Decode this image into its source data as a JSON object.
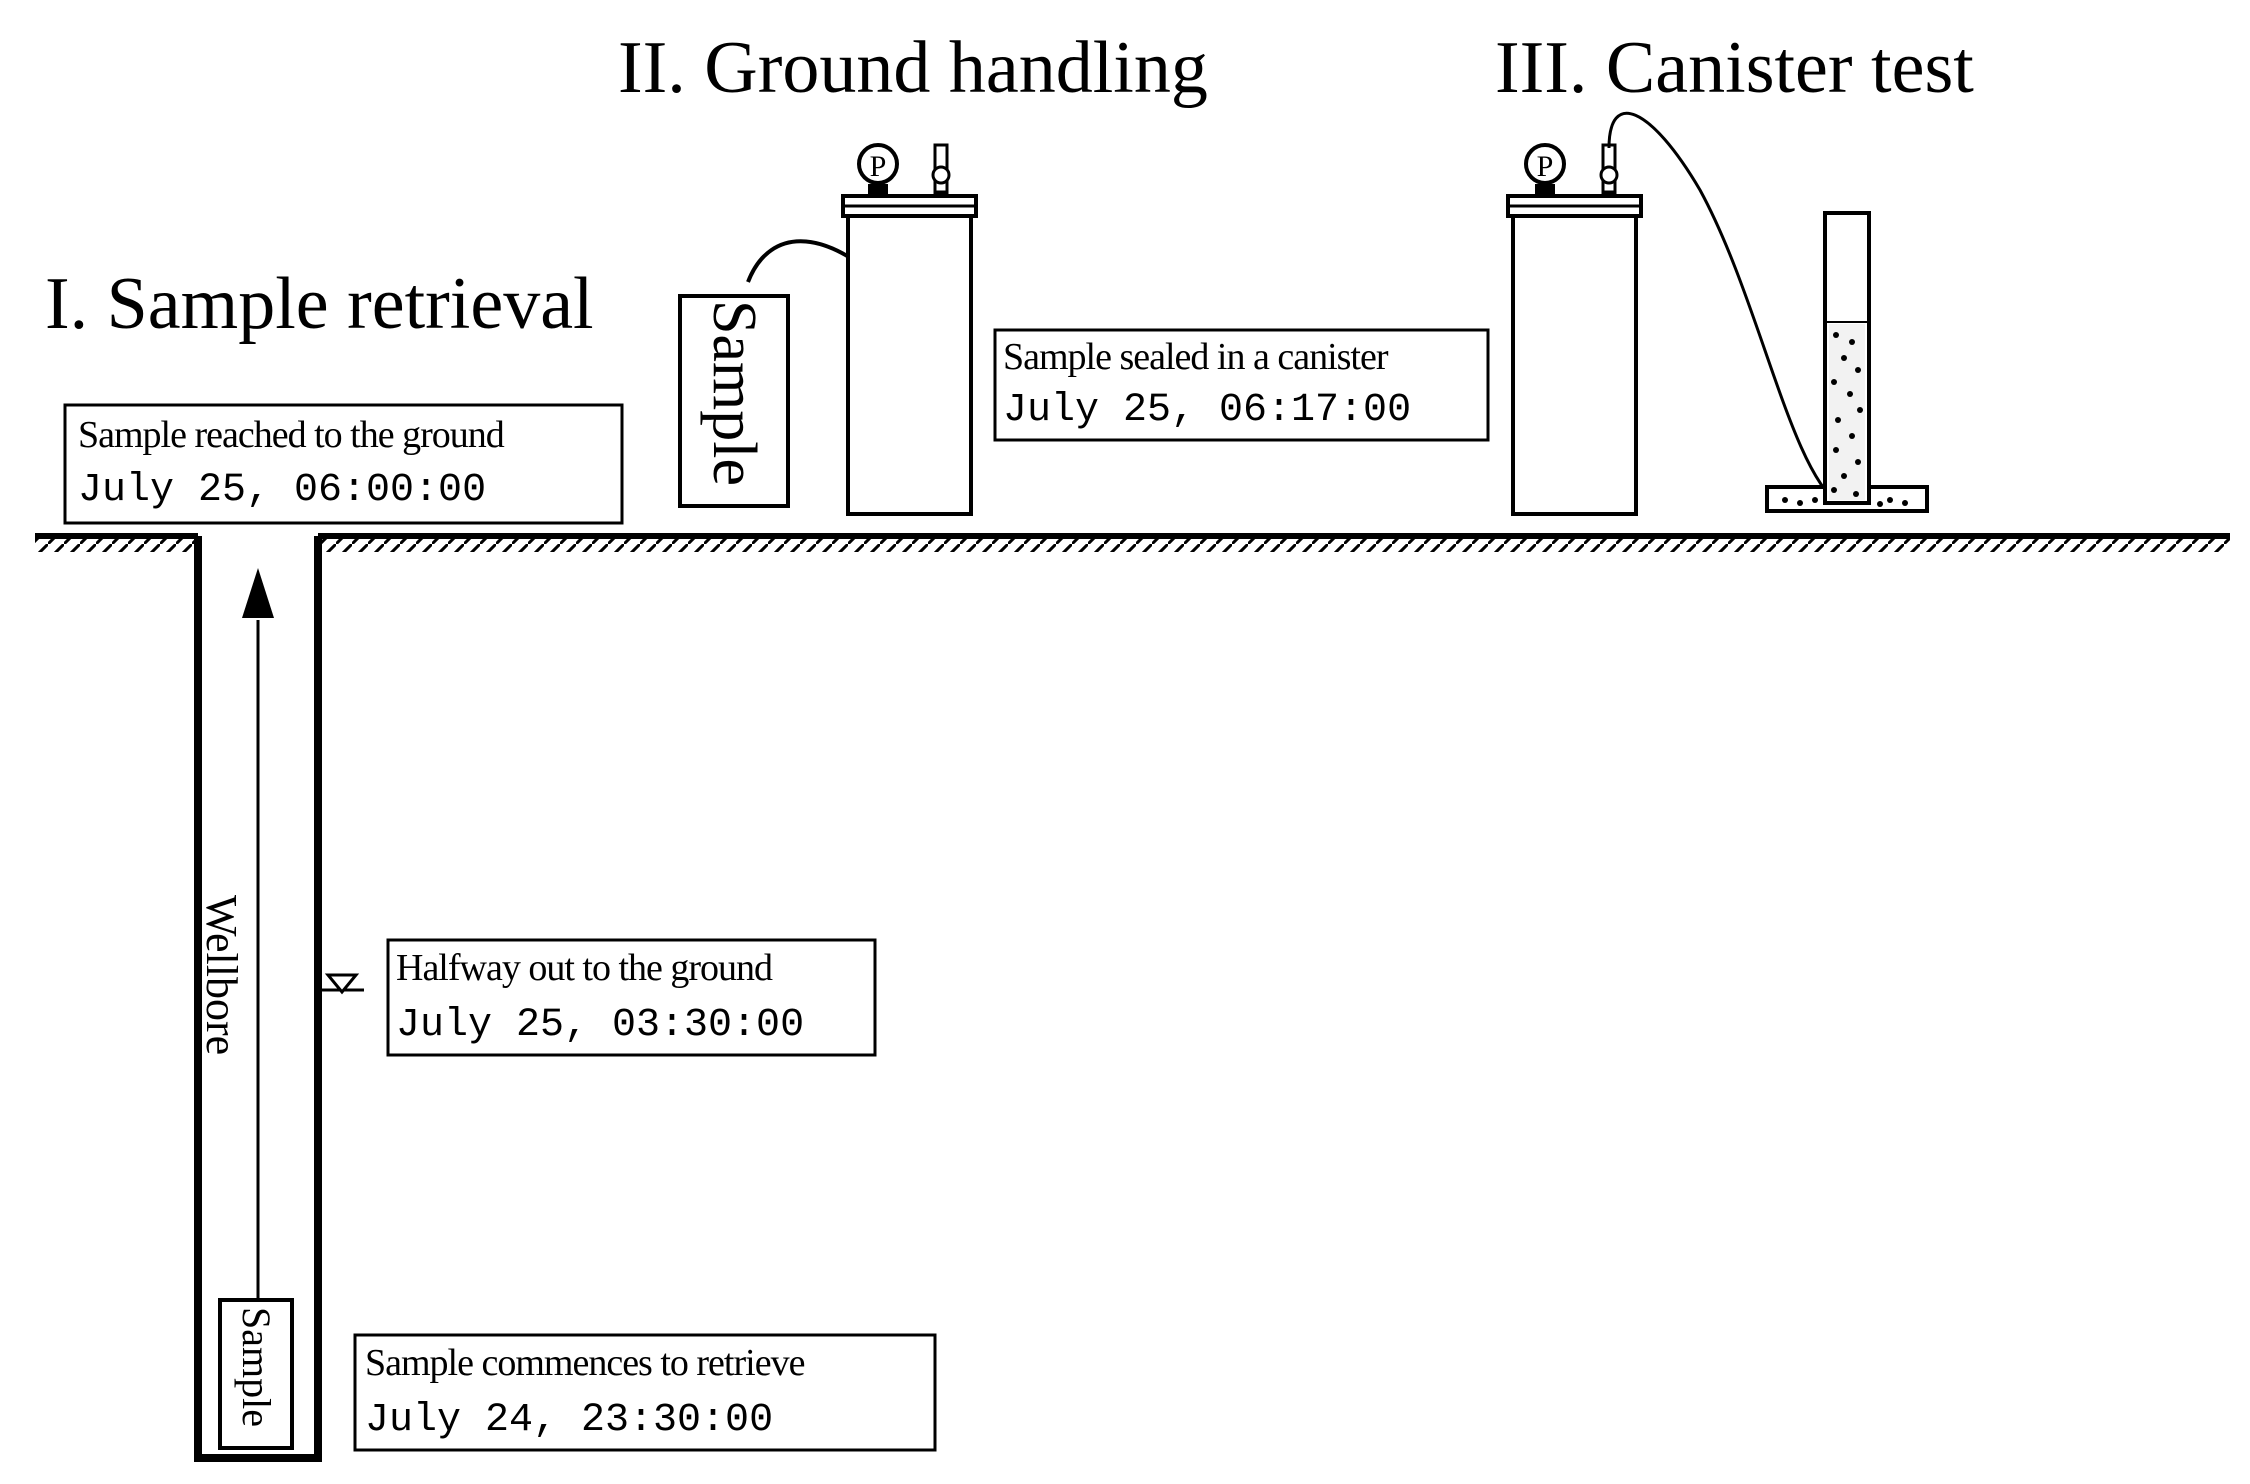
{
  "stages": {
    "retrieval": "I. Sample retrieval",
    "handling": "II. Ground handling",
    "canister_test": "III. Canister test"
  },
  "events": {
    "reached_ground": {
      "label": "Sample reached to the ground",
      "time": "July 25, 06:00:00"
    },
    "sealed": {
      "label": "Sample sealed in a canister",
      "time": "July 25, 06:17:00"
    },
    "halfway": {
      "label": "Halfway out to the ground",
      "time": "July 25, 03:30:00"
    },
    "commences": {
      "label": "Sample commences to retrieve",
      "time": "July 24, 23:30:00"
    }
  },
  "labels": {
    "wellbore": "Wellbore",
    "sample": "Sample",
    "pressure_gauge": "P"
  }
}
